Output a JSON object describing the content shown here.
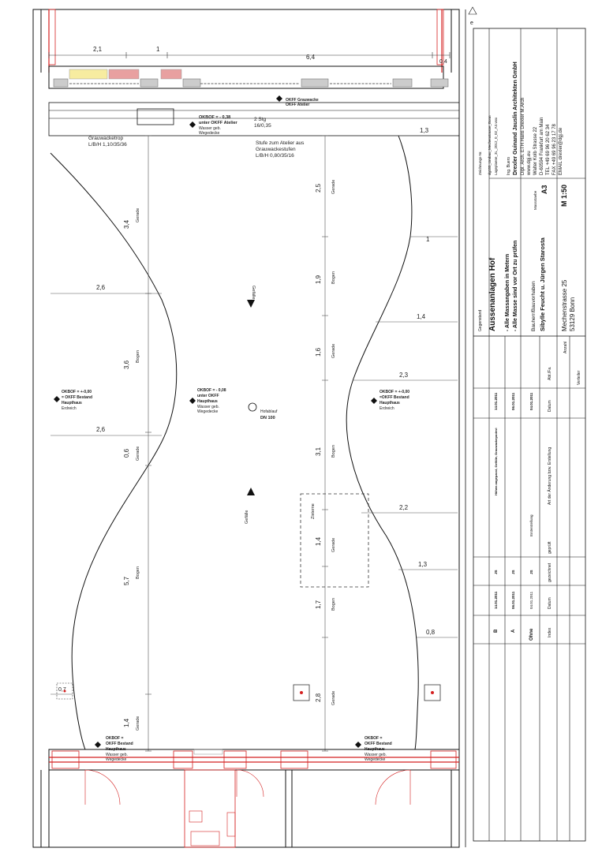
{
  "plan": {
    "top_dims": [
      "2,1",
      "1",
      "6,4",
      "0,4"
    ],
    "right_dims": [
      "1,3",
      "1",
      "1,4",
      "2,3",
      "2,2",
      "1,3",
      "0,8"
    ],
    "left_dims": [
      "2,6",
      "2,6",
      "0,7"
    ],
    "left_column_dims": [
      {
        "value": "3,4",
        "note": "Gerade"
      },
      {
        "value": "3,6",
        "note": "Bogen"
      },
      {
        "value": "0,6",
        "note": "Gerade"
      },
      {
        "value": "5,7",
        "note": "Bogen"
      },
      {
        "value": "1,4",
        "note": "Gerade"
      }
    ],
    "right_column_dims": [
      {
        "value": "2,5",
        "note": "Gerade"
      },
      {
        "value": "1,9",
        "note": "Bogen"
      },
      {
        "value": "1,6",
        "note": "Gerade"
      },
      {
        "value": "3,1",
        "note": "Bogen"
      },
      {
        "value": "1,4",
        "note": "Gerade"
      },
      {
        "value": "1,7",
        "note": "Bogen"
      },
      {
        "value": "2,8",
        "note": "Gerade"
      }
    ],
    "gefaelle_label": "Gefälle",
    "zisterne_label": "Zisterne",
    "stufe_label": "Stufe zum Atelier aus",
    "stufe_label2": "Grauwackestufen",
    "stufe_label3": "L/B/H 0,80/35/16",
    "stg_label": "2 Stg",
    "stg_label2": "16/0,35",
    "grauwackentrop_label": "Grauwacketrop",
    "grauwackentrop_label2": "L/B/H 1,10/35/36",
    "hofablauf_label": "Hofablauf",
    "hofablauf_size": "DN 100",
    "okbof_top_1": "OKBOF = - 0,38",
    "okbof_top_2": "unter OKFF Atelier",
    "okbof_top_3": "Wasser geb.",
    "okbof_top_4": "Wegedecke",
    "okff_top_1": "OKFF Grauwacke",
    "okff_top_2": "OKFF Atelier",
    "okbof_left_1": "OKBOF = +-0,00",
    "okbof_left_2": "= OKFF Bestand",
    "okbof_left_3": "Haupthaus",
    "okbof_left_4": "Erdreich",
    "okbof_mid_1": "OKBOF = - 0,08",
    "okbof_mid_2": "unter OKFF",
    "okbof_mid_3": "Haupthaus",
    "okbof_mid_4": "Wasser geb.",
    "okbof_mid_5": "Wegedecke",
    "okbof_right_1": "OKBOF = +-0,00",
    "okbof_right_2": "=OKFF Bestand",
    "okbof_right_3": "Haupthaus",
    "okbof_right_4": "Erdreich",
    "okbof_bl_1": "OKBOF =",
    "okbof_bl_2": "OKFF Bestand",
    "okbof_bl_3": "Haupthaus",
    "okbof_bl_4": "Wasser geb.",
    "okbof_bl_5": "Wegedecke",
    "okbof_br_1": "OKBOF =",
    "okbof_br_2": "OKFF Bestand",
    "okbof_br_3": "Haupthaus",
    "okbof_br_4": "Wasser geb.",
    "okbof_br_5": "Wegedecke"
  },
  "title_block": {
    "corner_mark": "e",
    "zeichnungs_nr_label": "Zeichnungs-Nr.",
    "drawing_file": "dg155_Umbau_Mechenstrasse_Bonn",
    "drawing_file2": "Lageplaene_3L_2012_0_02_A3.vwx",
    "ing_buero_label": "Ing. Buero",
    "office_name": "Drexler Guinand Jauslin Architekten GmbH",
    "office_line1": "Dipl. Arch. ETH Hans Drexler M.Arch",
    "office_line2": "www.dgj.eu",
    "office_line3": "Walter Kolb Strasse 22",
    "office_line4": "D-60594 Frankfurt am Main",
    "office_line5": "TEL +49 69 96 20 62 34",
    "office_line6": "FAX +49 69 96 23 17 78",
    "office_line7": "EMAIL drexler@dgj.de",
    "gegenstand_label": "Gegenstand",
    "subject": "Aussenanlagen Hof",
    "note1": "- Alle Massangaben in Metern",
    "note2": "- Alle Masse sind vor Ort zu prüfen",
    "massstab_label": "Massstaebe",
    "paper": "A3",
    "scale": "M 1:50",
    "bauherr_label": "Bauherr/Bauvorhaben",
    "client": "Sibylle Feucht u. Jürgen Starosta",
    "address1": "Mechenstrasse 25",
    "address2": "53129 Bonn",
    "revisions": [
      {
        "index": "B",
        "date": "14.01.2011",
        "by": "JS",
        "desc": "Höhen angepasst, Gefälle, Grauwackepodest",
        "date2": "14.01.2011"
      },
      {
        "index": "A",
        "date": "06.01.2011",
        "by": "JS",
        "desc": "",
        "date2": "06.01.2011"
      },
      {
        "index": "Ohne",
        "date": "04.01.2011",
        "by": "JS",
        "desc": "Ersterstellung",
        "date2": "04.01.2011"
      }
    ],
    "header_index": "Index",
    "header_datum": "Datum",
    "header_gezeichnet": "gezeichnet",
    "header_geprueft": "geprüft",
    "header_art": "Art der Änderung bzw. Erstellung",
    "header_datum2": "Datum",
    "header_abt": "Abt./Fa.",
    "header_anzahl": "Anzahl",
    "header_verteiler": "Verteiler"
  }
}
